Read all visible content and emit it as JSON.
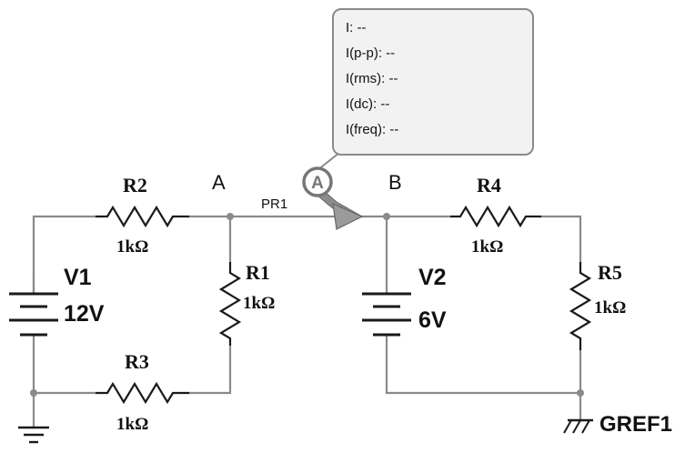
{
  "nodes": {
    "a": "A",
    "b": "B"
  },
  "components": {
    "r1": {
      "name": "R1",
      "value": "1kΩ"
    },
    "r2": {
      "name": "R2",
      "value": "1kΩ"
    },
    "r3": {
      "name": "R3",
      "value": "1kΩ"
    },
    "r4": {
      "name": "R4",
      "value": "1kΩ"
    },
    "r5": {
      "name": "R5",
      "value": "1kΩ"
    },
    "v1": {
      "name": "V1",
      "value": "12V"
    },
    "v2": {
      "name": "V2",
      "value": "6V"
    }
  },
  "probe": {
    "name": "PR1",
    "symbol": "A",
    "readout": [
      "I: --",
      "I(p-p): --",
      "I(rms): --",
      "I(dc): --",
      "I(freq): --"
    ]
  },
  "ground_ref": "GREF1",
  "colors": {
    "wire": "#8a8a8a",
    "component": "#1a1a1a",
    "probe_body": "#7a7a7a",
    "tooltip_bg": "#f2f2f2"
  }
}
